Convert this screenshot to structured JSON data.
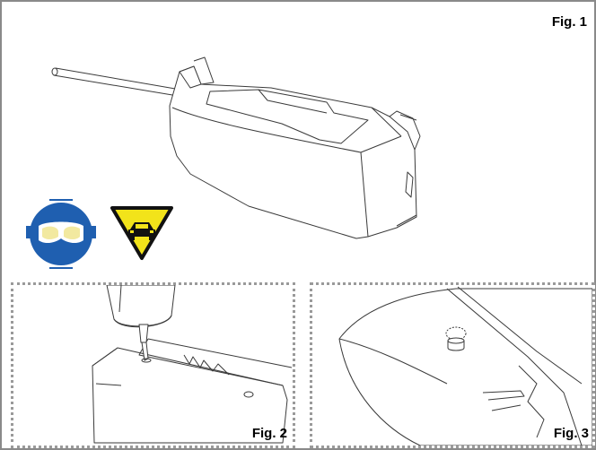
{
  "figures": {
    "fig1": {
      "label": "Fig. 1"
    },
    "fig2": {
      "label": "Fig. 2"
    },
    "fig3": {
      "label": "Fig. 3"
    }
  },
  "icons": {
    "safety": [
      {
        "name": "safety-goggles-icon",
        "color": "#1f5fb0"
      },
      {
        "name": "vehicle-warning-icon",
        "color": "#f2e31a"
      }
    ]
  },
  "colors": {
    "line": "#3a3a3a",
    "frame": "#8a8a8a",
    "dotted_border": "#9a9a9a",
    "mandatory_blue": "#1f5fb0",
    "warning_yellow": "#f2e31a"
  }
}
